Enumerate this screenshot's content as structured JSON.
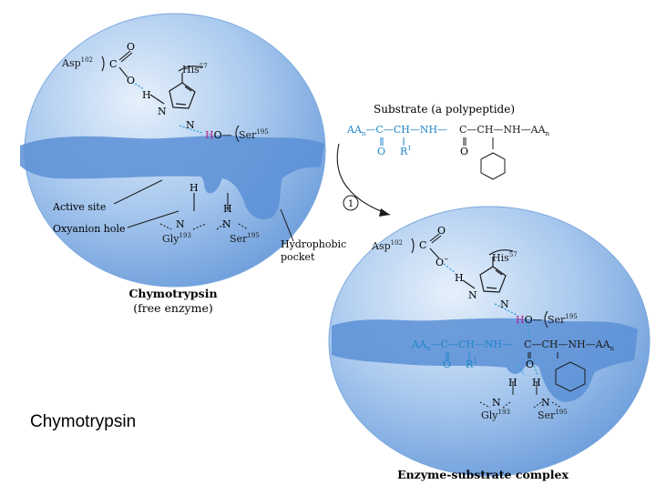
{
  "slide_caption": "Chymotrypsin",
  "colors": {
    "enzyme_body": "#9cc3ec",
    "enzyme_edge": "#5f93d6",
    "binding_cleft": "#5a8fd6",
    "substrate_text": "#1f86c8",
    "bond_dash": "#2aa0d8",
    "hydroxyl_h": "#b0278a",
    "ink": "#1a1a1a"
  },
  "free_enzyme": {
    "asp": "Asp",
    "asp_sup": "102",
    "his": "His",
    "his_sup": "57",
    "ser": "Ser",
    "ser_sup": "195",
    "gly": "Gly",
    "gly_sup": "193",
    "ser2": "Ser",
    "ser2_sup": "195",
    "active_site": "Active site",
    "oxyanion_hole": "Oxyanion hole",
    "hydrophobic_1": "Hydrophobic",
    "hydrophobic_2": "pocket",
    "title": "Chymotrypsin",
    "subtitle": "(free enzyme)"
  },
  "substrate": {
    "title": "Substrate (a polypeptide)",
    "aa": "AA",
    "aa_sub": "n",
    "r": "R",
    "r_sup": "1"
  },
  "step": "1",
  "complex": {
    "asp": "Asp",
    "asp_sup": "102",
    "his": "His",
    "his_sup": "57",
    "ser": "Ser",
    "ser_sup": "195",
    "gly": "Gly",
    "gly_sup": "193",
    "ser2": "Ser",
    "ser2_sup": "195",
    "title": "Enzyme-substrate complex"
  }
}
